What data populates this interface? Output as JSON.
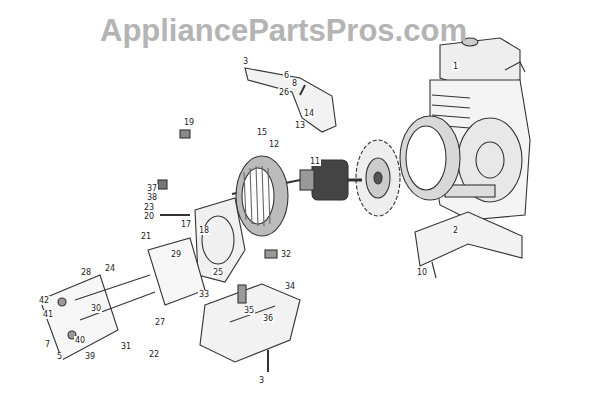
{
  "diagram": {
    "labels": [
      "AppliancePartsPros.com",
      "1",
      "3",
      "6",
      "8",
      "26",
      "13",
      "14",
      "15",
      "19",
      "11",
      "12",
      "37",
      "38",
      "23",
      "20",
      "17",
      "21",
      "18",
      "29",
      "32",
      "24",
      "28",
      "30",
      "42",
      "41",
      "25",
      "33",
      "34",
      "35",
      "36",
      "27",
      "31",
      "40",
      "39",
      "22",
      "5",
      "7",
      "3",
      "2",
      "10"
    ]
  }
}
